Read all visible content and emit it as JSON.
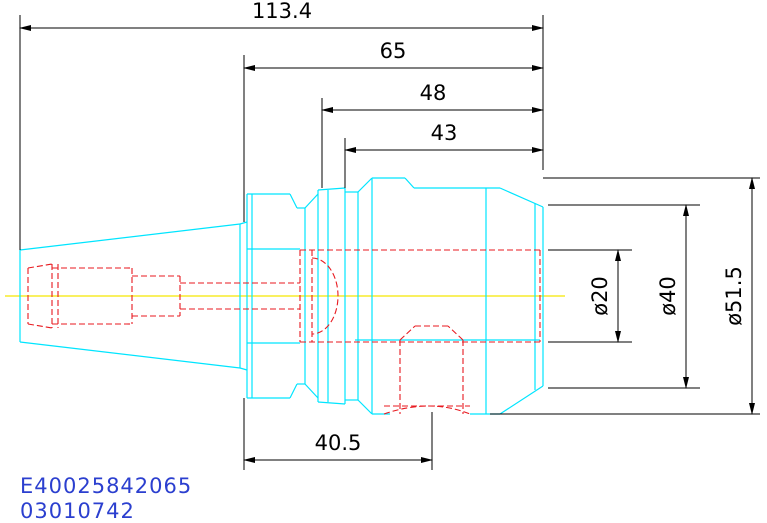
{
  "colors": {
    "outline": "#00e5ff",
    "hidden_lines": "#e8191f",
    "centerline": "#f5e800",
    "dimension": "#000000",
    "label_text": "#2b3fcf"
  },
  "dimensions": {
    "overall_length": "113.4",
    "length_65": "65",
    "length_48": "48",
    "length_43": "43",
    "length_40_5": "40.5",
    "diameter_20": "ø20",
    "diameter_40": "ø40",
    "diameter_51_5": "ø51.5"
  },
  "labels": {
    "part_number": "E40025842065",
    "drawing_number": "03010742"
  }
}
